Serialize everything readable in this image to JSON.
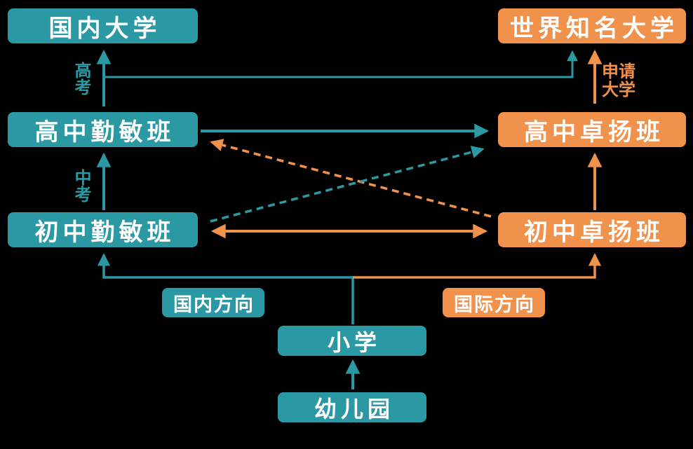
{
  "diagram": {
    "title": "school-pathway-flowchart",
    "colors": {
      "teal": "#2B99A3",
      "orange": "#F0914C",
      "text": "#FFFFFF",
      "bg": "#000000"
    },
    "nodes": {
      "domestic_university": "国内大学",
      "world_university": "世界知名大学",
      "hs_qinmin": "高中勤敏班",
      "hs_zhuoyang": "高中卓扬班",
      "ms_qinmin": "初中勤敏班",
      "ms_zhuoyang": "初中卓扬班",
      "primary_school": "小学",
      "kindergarten": "幼儿园"
    },
    "badges": {
      "domestic_track": "国内方向",
      "international_track": "国际方向"
    },
    "edge_labels": {
      "gaokao": "高考",
      "zhongkao": "中考",
      "apply_university": "申请大学"
    }
  }
}
